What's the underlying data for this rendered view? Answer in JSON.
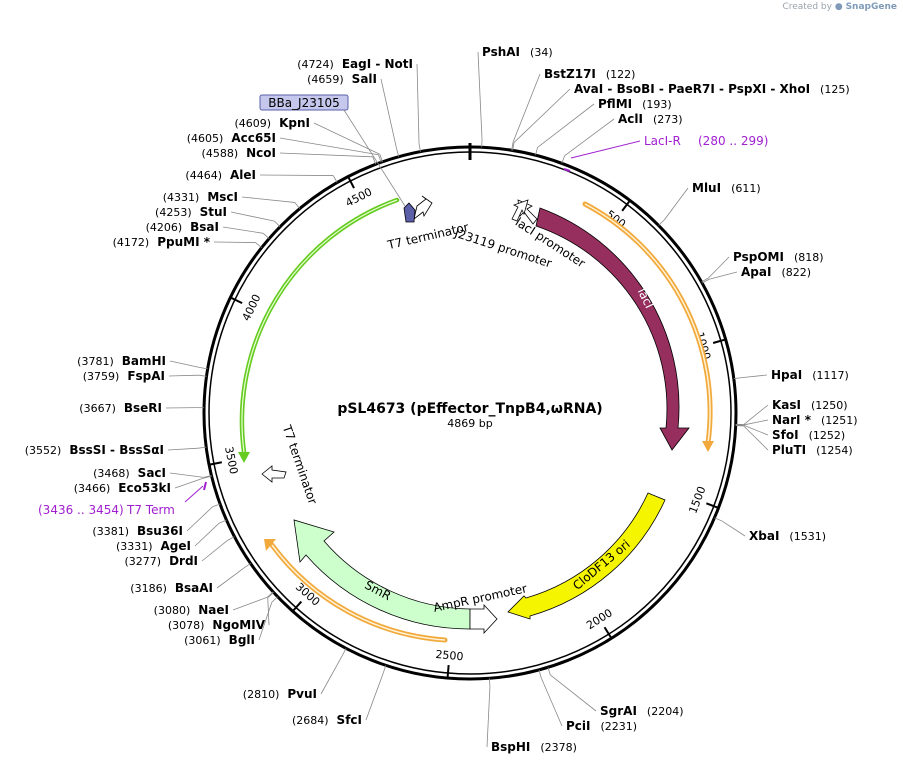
{
  "credit": {
    "prefix": "Created by",
    "brand": "SnapGene"
  },
  "plasmid": {
    "name": "pSL4673 (pEffector_TnpB4,ωRNA)",
    "size_label": "4869 bp",
    "length": 4869
  },
  "colors": {
    "lacI": "#962f5e",
    "cloDF13": "#f5f500",
    "smr": "#ccffcc",
    "t7term_green": "#66cc22",
    "orange": "#f2a93b",
    "primer": "#a020d0",
    "bba": "#5a5fa8"
  },
  "ticks": [
    "500",
    "1000",
    "1500",
    "2000",
    "2500",
    "3000",
    "3500",
    "4000",
    "4500"
  ],
  "enzymes": [
    {
      "name": "PshAI",
      "pos": "(34)"
    },
    {
      "name": "BstZ17I",
      "pos": "(122)"
    },
    {
      "name": "AvaI  - BsoBI  - PaeR7I  - PspXI  - XhoI",
      "pos": "(125)"
    },
    {
      "name": "PflMI",
      "pos": "(193)"
    },
    {
      "name": "AclI",
      "pos": "(273)"
    },
    {
      "name": "MluI",
      "pos": "(611)"
    },
    {
      "name": "PspOMI",
      "pos": "(818)"
    },
    {
      "name": "ApaI",
      "pos": "(822)"
    },
    {
      "name": "HpaI",
      "pos": "(1117)"
    },
    {
      "name": "KasI",
      "pos": "(1250)"
    },
    {
      "name": "NarI *",
      "pos": "(1251)"
    },
    {
      "name": "SfoI",
      "pos": "(1252)"
    },
    {
      "name": "PluTI",
      "pos": "(1254)"
    },
    {
      "name": "XbaI",
      "pos": "(1531)"
    },
    {
      "name": "SgrAI",
      "pos": "(2204)"
    },
    {
      "name": "PciI",
      "pos": "(2231)"
    },
    {
      "name": "BspHI",
      "pos": "(2378)"
    },
    {
      "name": "SfcI",
      "pos": "(2684)"
    },
    {
      "name": "PvuI",
      "pos": "(2810)"
    },
    {
      "name": "BglI",
      "pos": "(3061)"
    },
    {
      "name": "NgoMIV",
      "pos": "(3078)"
    },
    {
      "name": "NaeI",
      "pos": "(3080)"
    },
    {
      "name": "BsaAI",
      "pos": "(3186)"
    },
    {
      "name": "DrdI",
      "pos": "(3277)"
    },
    {
      "name": "AgeI",
      "pos": "(3331)"
    },
    {
      "name": "Bsu36I",
      "pos": "(3381)"
    },
    {
      "name": "Eco53kI",
      "pos": "(3466)"
    },
    {
      "name": "SacI",
      "pos": "(3468)"
    },
    {
      "name": "BssSI  - BssSαI",
      "pos": "(3552)"
    },
    {
      "name": "BseRI",
      "pos": "(3667)"
    },
    {
      "name": "FspAI",
      "pos": "(3759)"
    },
    {
      "name": "BamHI",
      "pos": "(3781)"
    },
    {
      "name": "PpuMI *",
      "pos": "(4172)"
    },
    {
      "name": "BsaI",
      "pos": "(4206)"
    },
    {
      "name": "StuI",
      "pos": "(4253)"
    },
    {
      "name": "MscI",
      "pos": "(4331)"
    },
    {
      "name": "AleI",
      "pos": "(4464)"
    },
    {
      "name": "NcoI",
      "pos": "(4588)"
    },
    {
      "name": "Acc65I",
      "pos": "(4605)"
    },
    {
      "name": "KpnI",
      "pos": "(4609)"
    },
    {
      "name": "SalI",
      "pos": "(4659)"
    },
    {
      "name": "EagI  - NotI",
      "pos": "(4724)"
    }
  ],
  "primers": [
    {
      "name": "LacI-R",
      "range": "(280 .. 299)"
    },
    {
      "name": "T7 Term",
      "range": "(3436 .. 3454)"
    }
  ],
  "features": [
    {
      "name": "lacI"
    },
    {
      "name": "CloDF13 ori"
    },
    {
      "name": "SmR"
    },
    {
      "name": "lacI promoter"
    },
    {
      "name": "J23119 promoter"
    },
    {
      "name": "AmpR promoter"
    },
    {
      "name": "T7 terminator"
    },
    {
      "name": "T7 terminator"
    },
    {
      "name": "BBa_J23105"
    }
  ]
}
